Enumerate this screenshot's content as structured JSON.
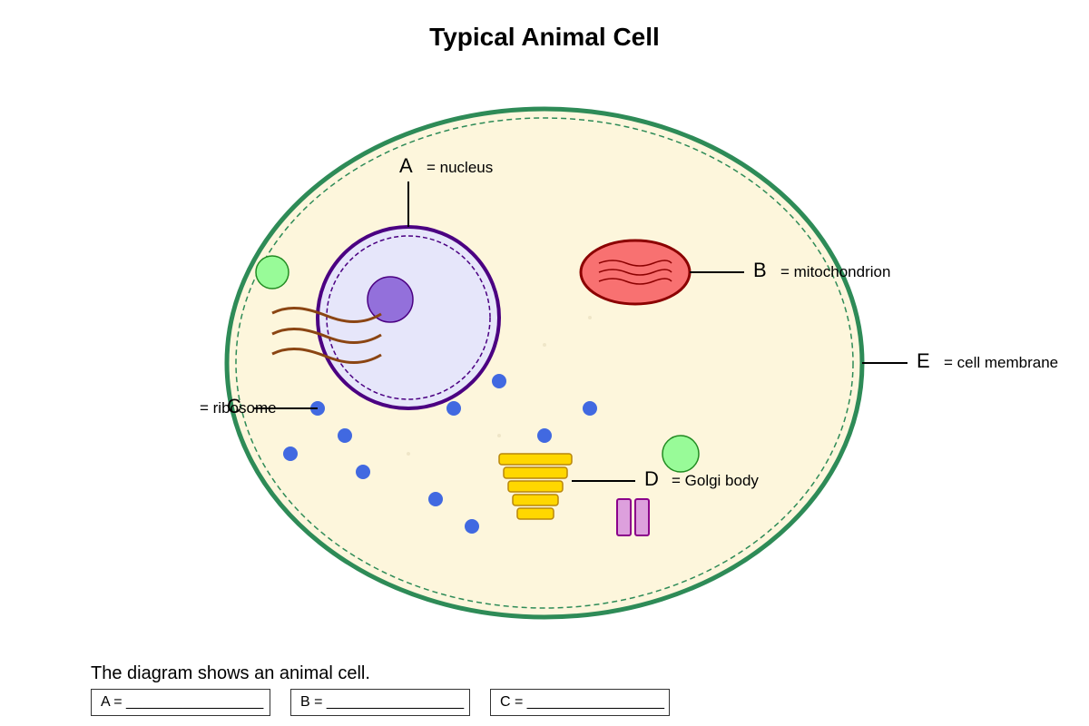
{
  "title": "Typical Animal Cell",
  "labels": {
    "a": {
      "letter": "A",
      "text": "= nucleus"
    },
    "b": {
      "letter": "B",
      "text": "= mitochondrion"
    },
    "c": {
      "letter": "C",
      "text": "= ribosome"
    },
    "d": {
      "letter": "D",
      "text": "= Golgi body"
    },
    "e": {
      "letter": "E",
      "text": "= cell membrane"
    }
  },
  "caption": "The diagram shows an animal cell.",
  "answers": [
    "A = _________________",
    "B = _________________",
    "C = _________________"
  ],
  "colors": {
    "cytoplasm": "#fdf6dc",
    "membrane": "#2e8b57",
    "nucleus_fill": "#e6e6fa",
    "nucleus_stroke": "#4b0082",
    "nucleolus": "#9370db",
    "mitochondrion_fill": "#f87171",
    "mitochondrion_stroke": "#8b0000",
    "ribosome": "#4169e1",
    "golgi_fill": "#ffd700",
    "golgi_stroke": "#b8860b",
    "vesicle_fill": "#98fb98",
    "vesicle_stroke": "#228b22",
    "centriole_fill": "#dda0dd",
    "centriole_stroke": "#8b008b",
    "er": "#8b4513"
  }
}
